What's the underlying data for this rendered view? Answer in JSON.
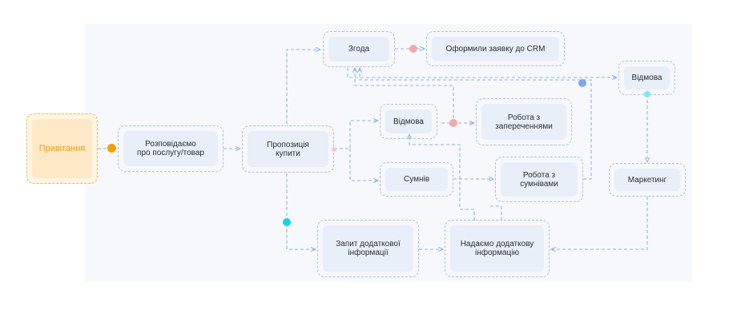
{
  "nodes": {
    "greeting": "Привітання",
    "describe": "Розповідаємо\nпро послугу/товар",
    "offer": "Пропозиція\nкупити",
    "agree": "Згода",
    "crm": "Оформили заявку до CRM",
    "refuse_top": "Відмова",
    "refuse_mid": "Відмова",
    "objections": "Робота з\nзапереченнями",
    "doubt": "Сумнів",
    "doubts_work": "Робота з\nсумнівами",
    "marketing": "Маркетинг",
    "request_info": "Запит додаткової\nінформації",
    "provide_info": "Надаємо додаткову\nінформацію"
  },
  "colors": {
    "edge": "#8cb4e3",
    "node_border": "#a9c3e4",
    "node_fill": "#e9eff9",
    "start_border": "#f5b551",
    "start_text": "#f39a13",
    "dot_orange": "#f5a000",
    "dot_pink": "#f4a9a8",
    "dot_blue": "#7fa6e8",
    "dot_cyan": "#15d3e6"
  }
}
